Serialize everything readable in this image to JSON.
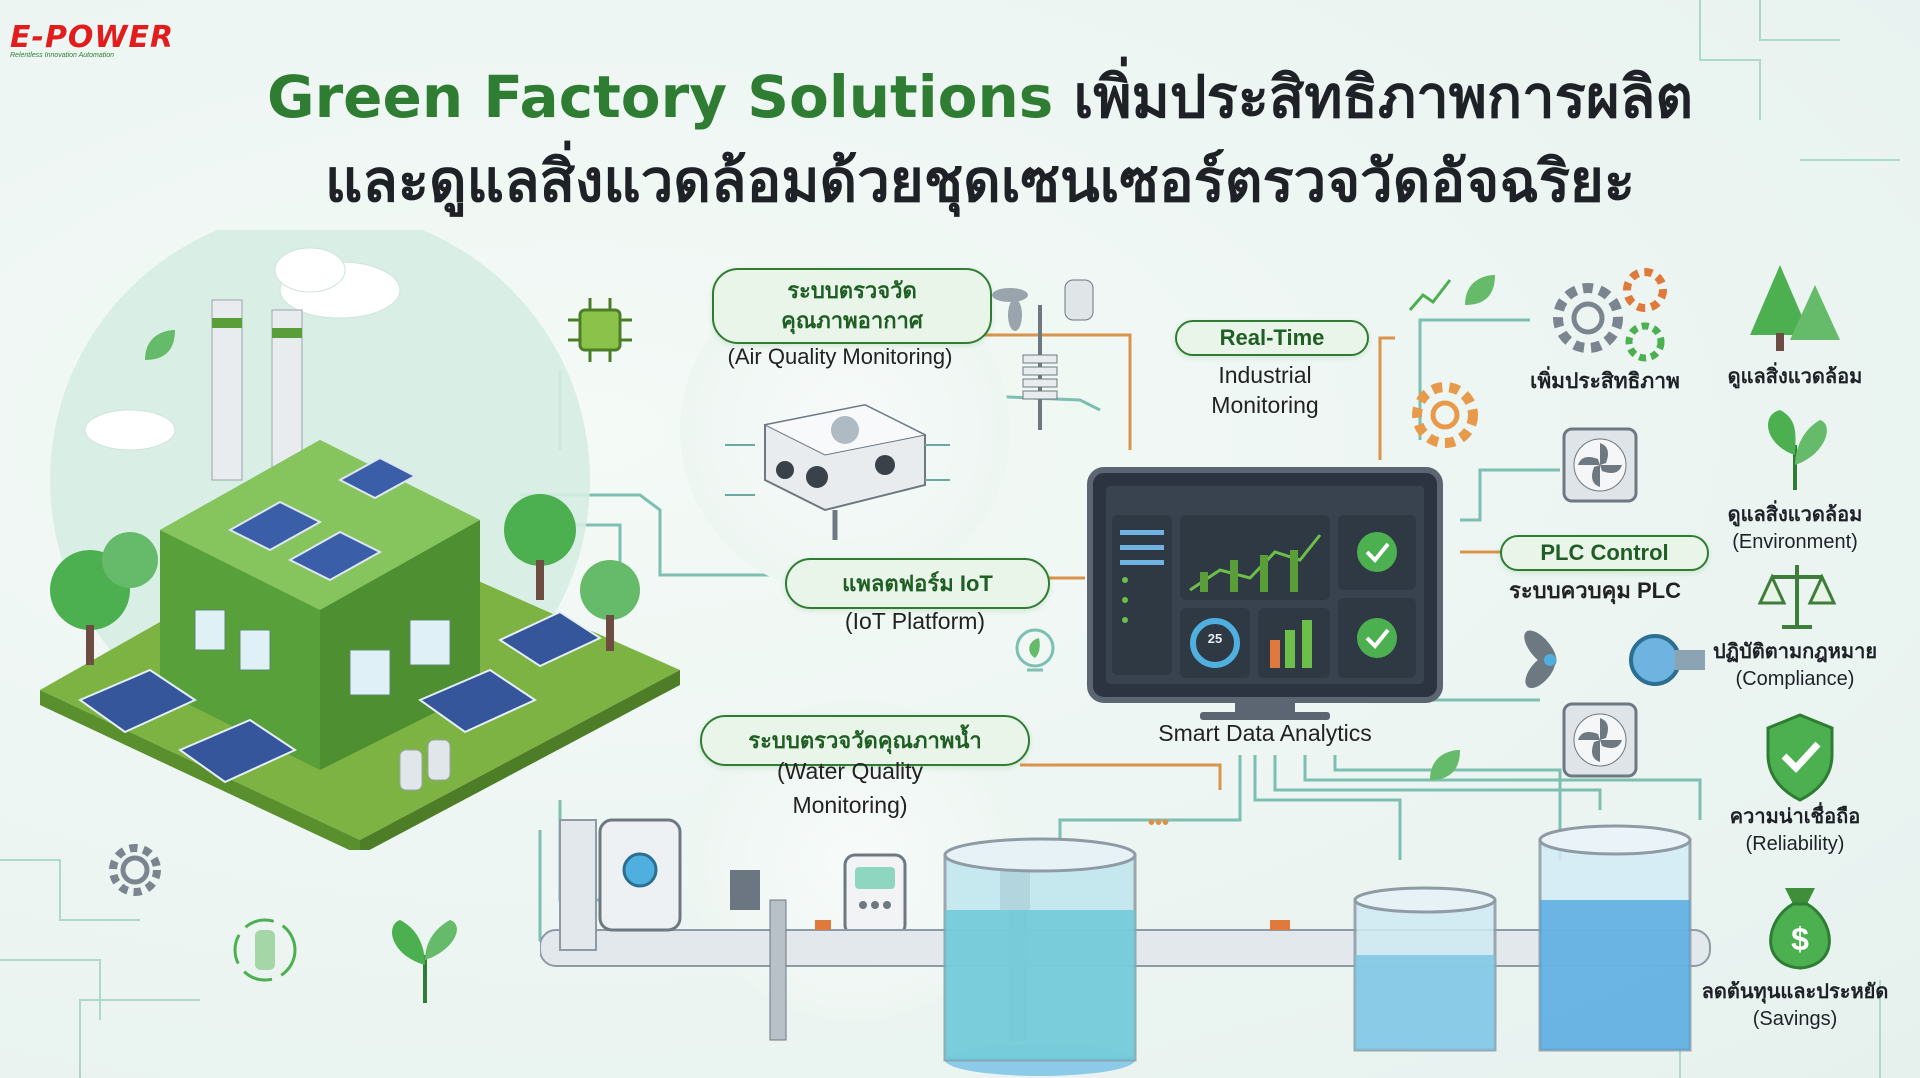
{
  "logo": {
    "name": "E-POWER",
    "tagline": "Relentless Innovation Automation"
  },
  "title": {
    "line1_brand": "Green Factory Solutions",
    "line1_rest": "เพิ่มประสิทธิภาพการผลิต",
    "line2": "และดูแลสิ่งแวดล้อมด้วยชุดเซนเซอร์ตรวจวัดอัจฉริยะ"
  },
  "air_quality": {
    "label_th": "ระบบตรวจวัด\nคุณภาพอากาศ",
    "label_en": "(Air Quality Monitoring)"
  },
  "iot_platform": {
    "label_th": "แพลตฟอร์ม IoT",
    "label_en": "(IoT Platform)"
  },
  "water_quality": {
    "label_th": "ระบบตรวจวัดคุณภาพน้ำ",
    "label_en_1": "(Water Quality",
    "label_en_2": "Monitoring)"
  },
  "realtime": {
    "pill": "Real-Time",
    "line1": "Industrial",
    "line2": "Monitoring"
  },
  "dashboard": {
    "caption": "Smart Data Analytics",
    "gauge_value": "25"
  },
  "plc": {
    "pill": "PLC Control",
    "label_th": "ระบบควบคุม PLC"
  },
  "efficiency_label": "เพิ่มประสิทธิภาพ",
  "benefits": [
    {
      "th": "ดูแลสิ่งแวดล้อม",
      "en": ""
    },
    {
      "th": "ดูแลสิ่งแวดล้อม",
      "en": "(Environment)"
    },
    {
      "th": "ปฏิบัติตามกฎหมาย",
      "en": "(Compliance)"
    },
    {
      "th": "ความน่าเชื่อถือ",
      "en": "(Reliability)"
    },
    {
      "th": "ลดต้นทุนและประหยัด",
      "en": "(Savings)"
    }
  ],
  "colors": {
    "brand_green": "#2e7d32",
    "logo_red": "#e21d1d",
    "water_blue": "#4fb0e0",
    "monitor_dark": "#2b3440"
  }
}
